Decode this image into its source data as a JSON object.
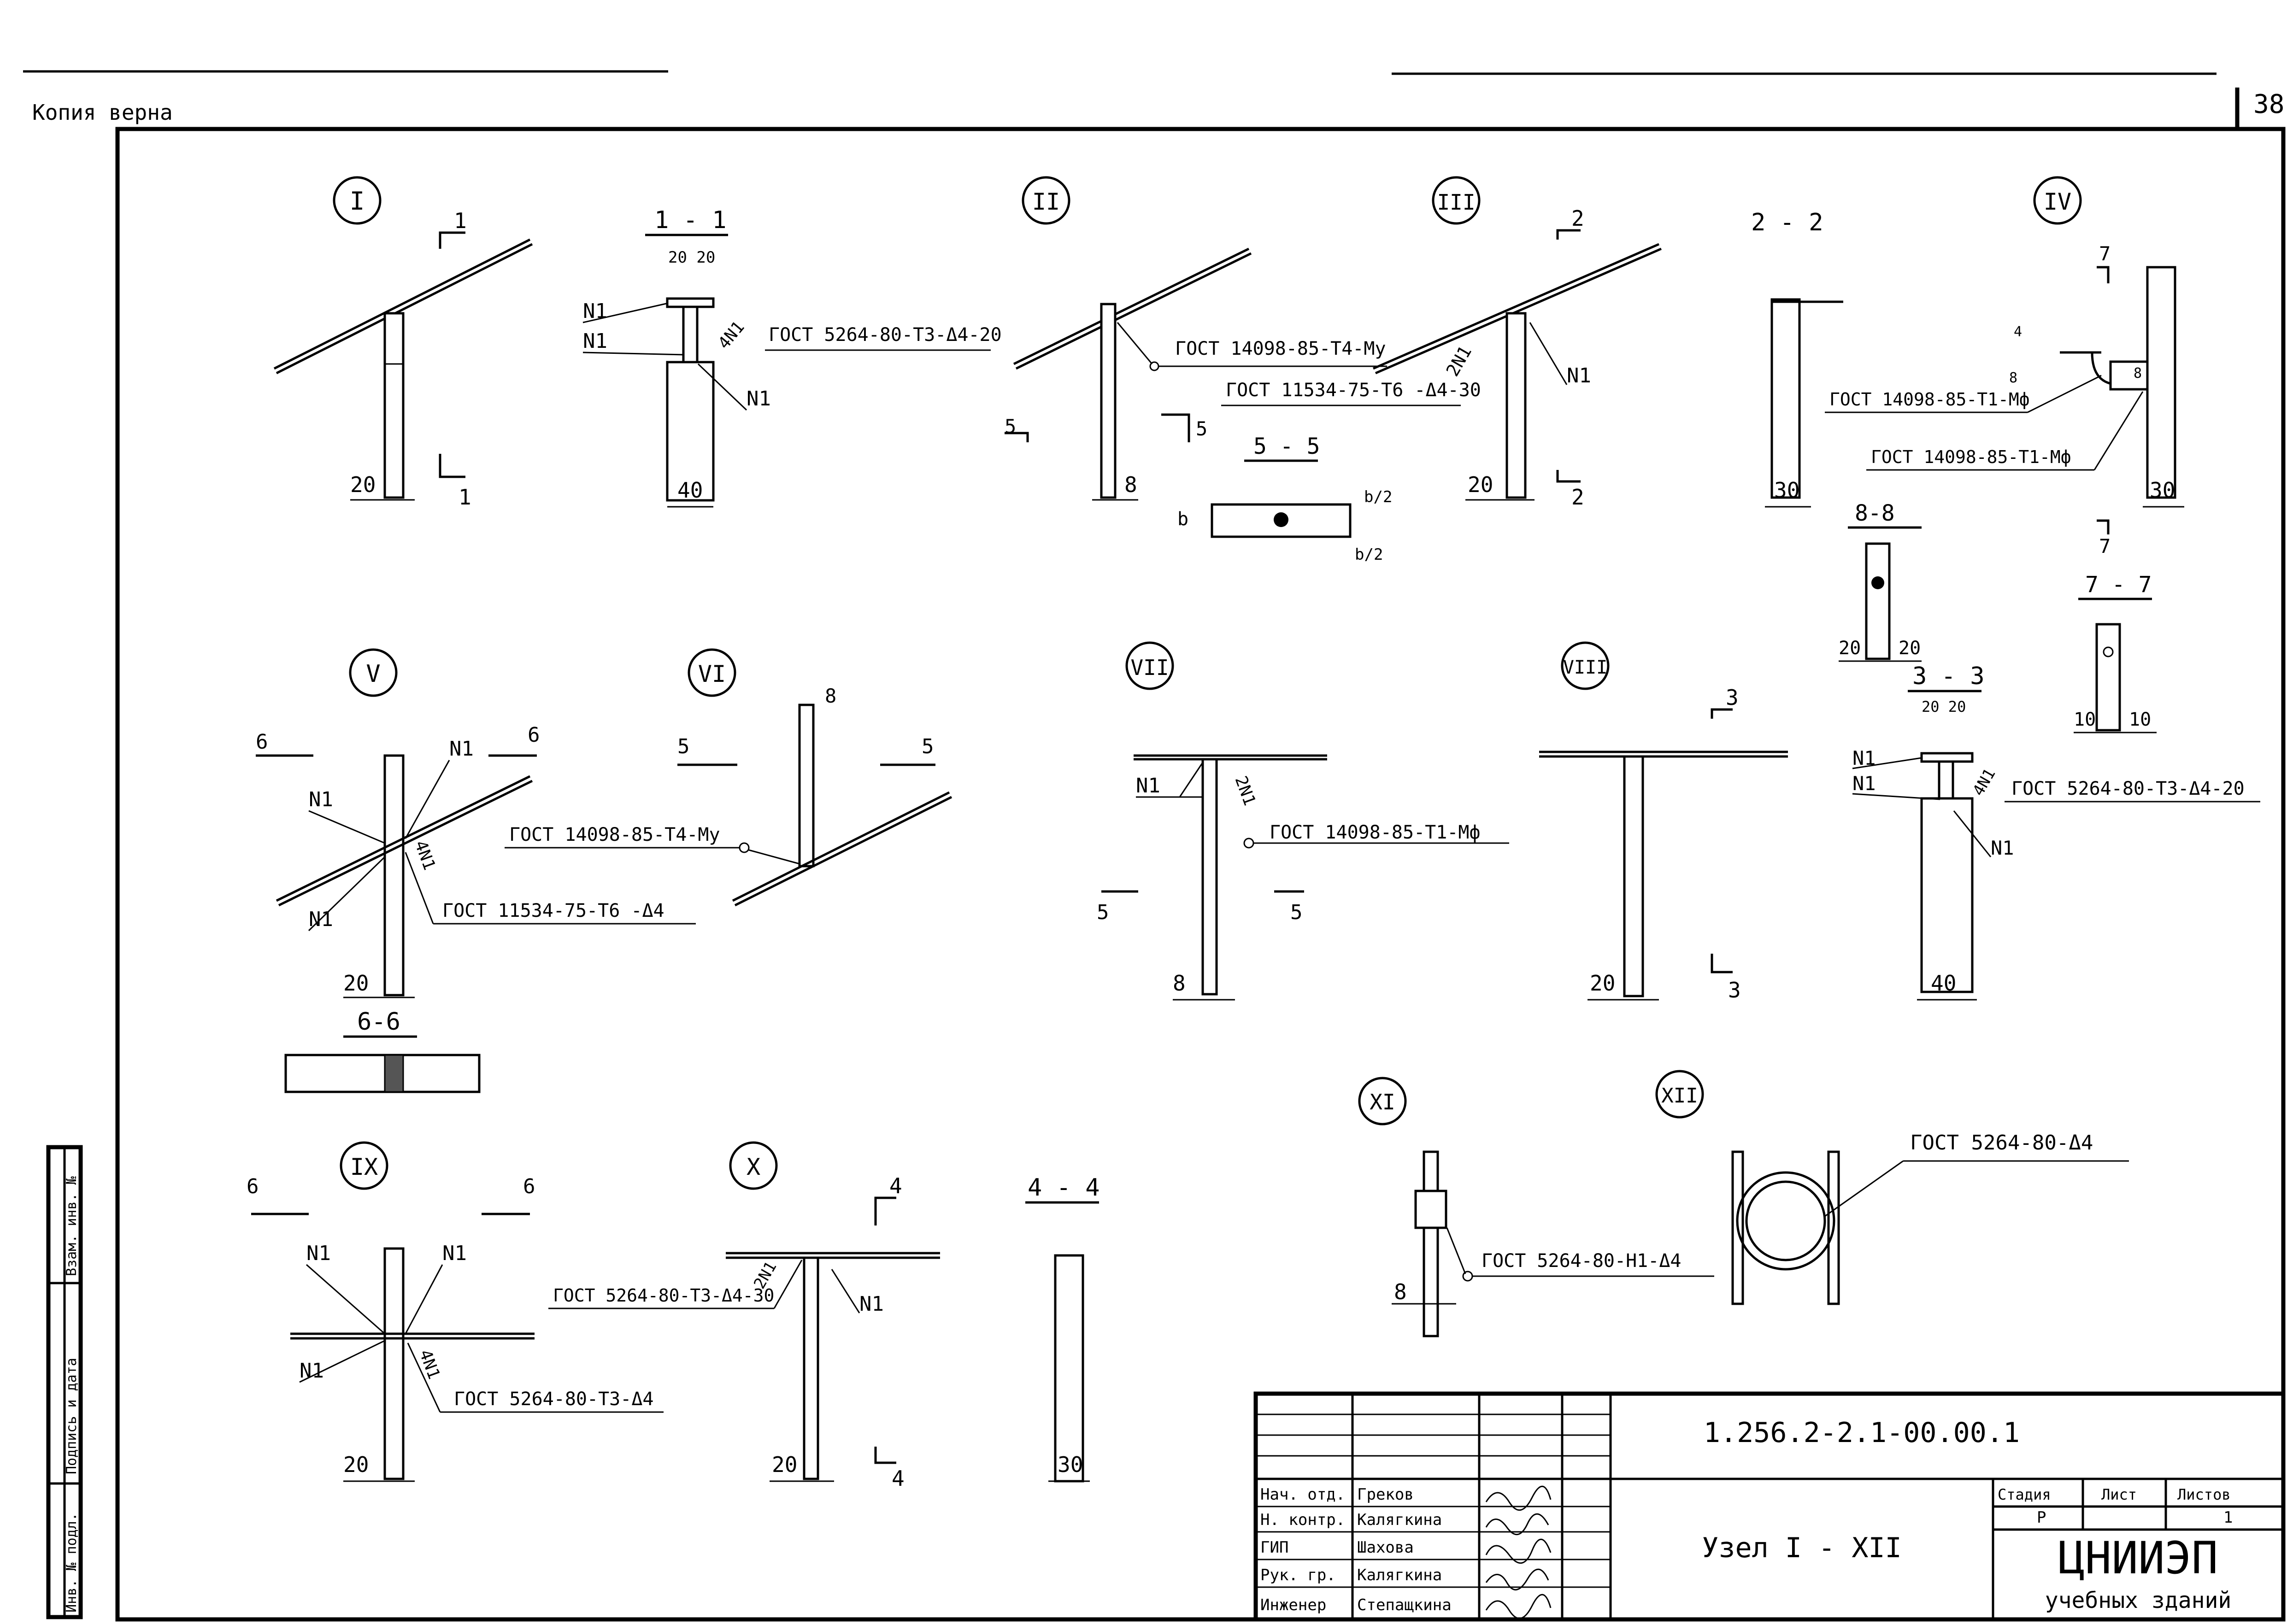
{
  "header": {
    "copy_note": "Копия верна",
    "sheet_corner": "38"
  },
  "nodes": {
    "n1": {
      "label": "I",
      "cut_mark": "1",
      "width_dim": "20",
      "section_1_1": {
        "title": "1 - 1",
        "dims": "20 20",
        "part_top": "N1",
        "part_mid": "N1",
        "part_right": "N1",
        "weld_mark": "4N1",
        "gost": "ГОСТ 5264-80-Т3-Δ4-20",
        "width_dim": "40"
      }
    },
    "n2": {
      "label": "II",
      "gost_1": "ГОСТ 14098-85-Т4-Му",
      "gost_2": "ГОСТ 11534-75-Т6 -Δ4-30",
      "cut_mark": "5",
      "width_dim": "8",
      "section_5_5": {
        "title": "5 - 5",
        "dim_b": "b",
        "dim_b2_top": "b/2",
        "dim_b2_bot": "b/2"
      }
    },
    "n3": {
      "label": "III",
      "cut_mark": "2",
      "weld_mark": "2N1",
      "part": "N1",
      "width_dim": "20",
      "section_2_2": {
        "title": "2 - 2",
        "width_dim": "30"
      }
    },
    "n4": {
      "label": "IV",
      "cut_mark": "7",
      "gost_1": "ГОСТ 14098-85-Т1-Мф",
      "gost_2": "ГОСТ 14098-85-Т1-Мф",
      "weld_a": "4",
      "weld_b": "8",
      "weld_c": "8",
      "width_dim": "30",
      "section_8_8": {
        "title": "8-8",
        "dim_l": "20",
        "dim_r": "20"
      },
      "section_7_7": {
        "title": "7 - 7",
        "dim_l": "10",
        "dim_r": "10"
      }
    },
    "n5": {
      "label": "V",
      "cut_mark": "6",
      "part_1": "N1",
      "part_2": "N1",
      "part_3": "N1",
      "weld_mark": "4N1",
      "gost": "ГОСТ 11534-75-Т6 -Δ4",
      "width_dim": "20",
      "section_6_6": {
        "title": "6-6"
      }
    },
    "n6": {
      "label": "VI",
      "cut_mark": "5",
      "top_dim": "8",
      "gost": "ГОСТ 14098-85-Т4-Му"
    },
    "n7": {
      "label": "VII",
      "part": "N1",
      "weld_mark": "2N1",
      "gost": "ГОСТ 14098-85-Т1-Мф",
      "cut_mark": "5",
      "width_dim": "8"
    },
    "n8": {
      "label": "VIII",
      "cut_mark": "3",
      "width_dim": "20"
    },
    "n3_3": {
      "title": "3 - 3",
      "dims": "20 20",
      "part_1": "N1",
      "part_2": "N1",
      "part_3": "N1",
      "weld_mark": "4N1",
      "gost": "ГОСТ 5264-80-Т3-Δ4-20",
      "width_dim": "40"
    },
    "n9": {
      "label": "IX",
      "cut_mark": "6",
      "part_1": "N1",
      "part_2": "N1",
      "part_3": "N1",
      "weld_mark": "4N1",
      "gost": "ГОСТ 5264-80-Т3-Δ4",
      "width_dim": "20"
    },
    "n10": {
      "label": "X",
      "cut_mark": "4",
      "gost": "ГОСТ 5264-80-Т3-Δ4-30",
      "weld_mark": "2N1",
      "part": "N1",
      "width_dim": "20"
    },
    "n4_4": {
      "title": "4 - 4",
      "width_dim": "30"
    },
    "n11": {
      "label": "XI",
      "gost": "ГОСТ 5264-80-Н1-Δ4",
      "width_dim": "8"
    },
    "n12": {
      "label": "XII",
      "gost": "ГОСТ 5264-80-Δ4"
    }
  },
  "left_strip": [
    "Инв. № подл.",
    "Подпись и дата",
    "Взам. инв. №"
  ],
  "title_block": {
    "doc_number": "1.256.2-2.1-00.00.1",
    "drawing_title": "Узел I - XII",
    "col_stage": "Стадия",
    "col_sheet": "Лист",
    "col_sheets": "Листов",
    "stage": "Р",
    "sheets": "1",
    "org_name": "ЦНИИЭП",
    "org_sub": "учебных зданий",
    "signatures": [
      {
        "role": "Нач. отд.",
        "name": "Греков"
      },
      {
        "role": "Н. контр.",
        "name": "Калягкина"
      },
      {
        "role": "ГИП",
        "name": "Шахова"
      },
      {
        "role": "Рук. гр.",
        "name": "Калягкина"
      },
      {
        "role": "Инженер",
        "name": "Степащкина"
      }
    ]
  }
}
